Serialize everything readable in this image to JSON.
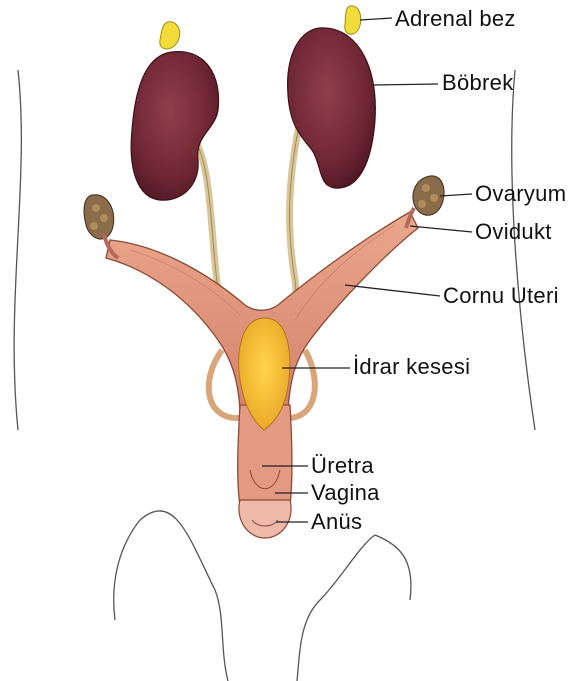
{
  "labels": {
    "adrenal": "Adrenal bez",
    "kidney": "Böbrek",
    "ovary": "Ovaryum",
    "oviduct": "Ovidukt",
    "cornu_uteri": "Cornu Uteri",
    "bladder": "İdrar kesesi",
    "urethra": "Üretra",
    "vagina": "Vagina",
    "anus": "Anüs"
  },
  "colors": {
    "kidney": "#7a2d3a",
    "adrenal": "#f2dc3c",
    "uterus": "#e0957a",
    "ureter": "#d9c79a",
    "bladder": "#f3b733",
    "ovary": "#8a6b4a",
    "outline": "#4a4a4a"
  }
}
